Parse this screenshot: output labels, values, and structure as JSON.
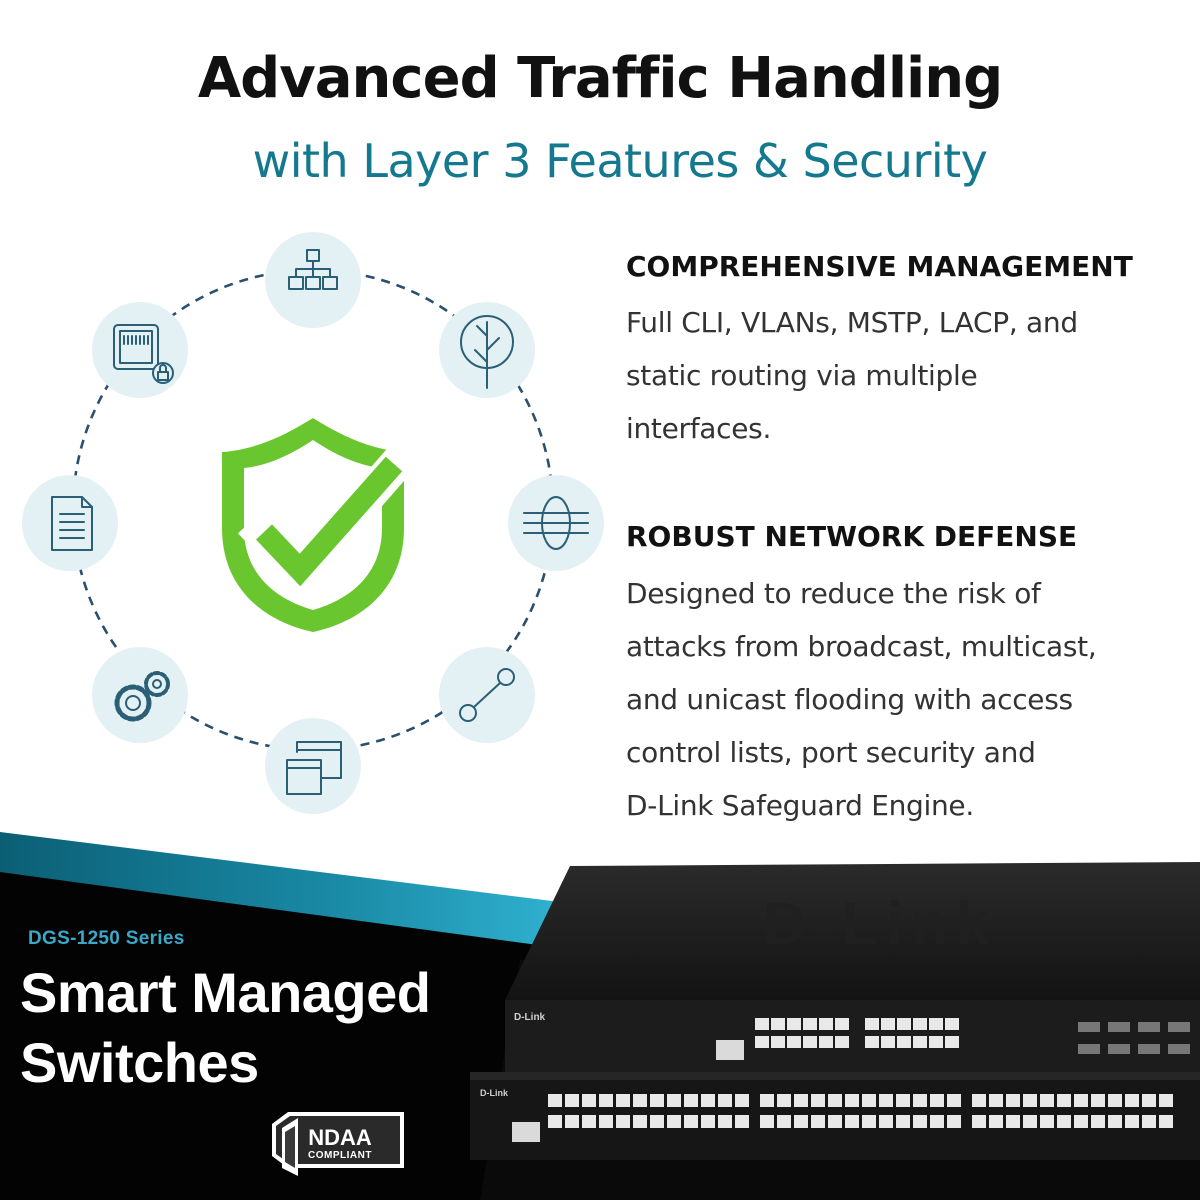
{
  "header": {
    "title": "Advanced Traffic Handling",
    "subtitle": "with Layer 3 Features & Security"
  },
  "features": [
    {
      "title": "COMPREHENSIVE  MANAGEMENT",
      "lines": [
        "Full CLI, VLANs, MSTP, LACP, and",
        "static routing via multiple",
        "interfaces."
      ]
    },
    {
      "title": "ROBUST NETWORK DEFENSE",
      "lines": [
        "Designed to reduce the risk of",
        "attacks from broadcast, multicast,",
        "and unicast flooding with access",
        "control lists, port security and",
        "D-Link Safeguard Engine."
      ]
    }
  ],
  "product": {
    "series": "DGS-1250 Series",
    "name_line1": "Smart Managed",
    "name_line2": "Switches",
    "badge_line1": "NDAA",
    "badge_line2": "COMPLIANT",
    "brand_label": "D-Link"
  },
  "icons": [
    "hierarchy-icon",
    "tree-icon",
    "network-globe-icon",
    "link-icon",
    "windows-icon",
    "gears-icon",
    "document-icon",
    "secure-port-icon",
    "shield-check-icon"
  ],
  "colors": {
    "teal": "#14788f",
    "shield_green": "#6ac62f",
    "icon_bg": "#e3f1f5",
    "icon_stroke": "#2a5f76"
  }
}
